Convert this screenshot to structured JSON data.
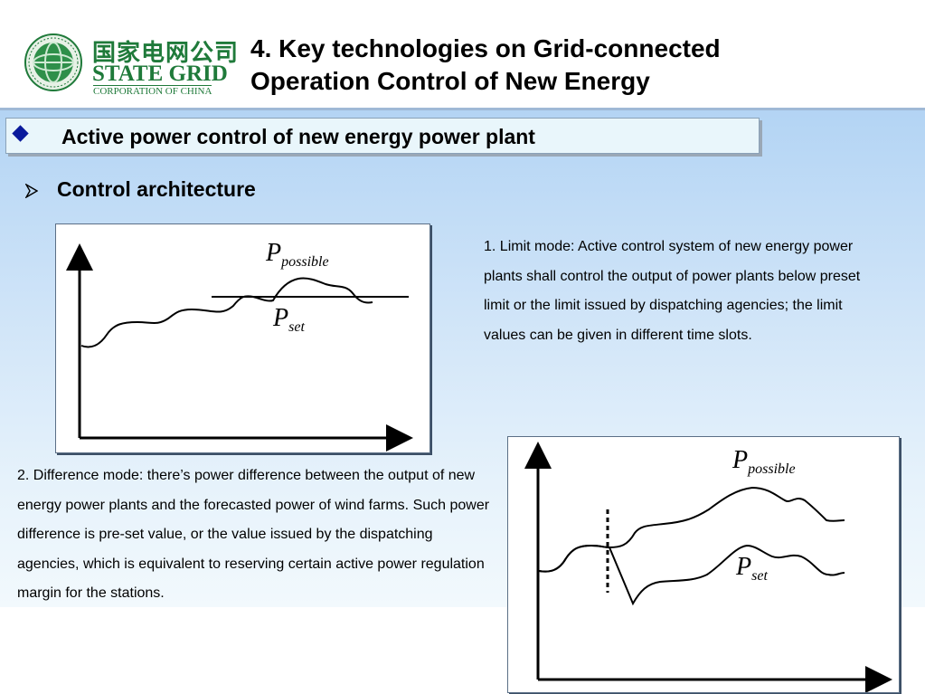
{
  "header": {
    "logo": {
      "cn_text": "国家电网公司",
      "en_text": "STATE GRID",
      "sub_text": "CORPORATION OF CHINA"
    },
    "title_line1": "4. Key technologies on Grid-connected",
    "title_line2": "Operation Control of New Energy"
  },
  "banner": {
    "icon": "diamond-bullet-icon",
    "text": "Active power control of new energy power plant"
  },
  "subheading": {
    "icon": "arrow-bullet-icon",
    "text": "Control architecture"
  },
  "charts": {
    "limit_mode": {
      "label_possible_main": "P",
      "label_possible_sub": "possible",
      "label_set_main": "P",
      "label_set_sub": "set"
    },
    "difference_mode": {
      "label_possible_main": "P",
      "label_possible_sub": "possible",
      "label_set_main": "P",
      "label_set_sub": "set"
    }
  },
  "paragraphs": {
    "limit_mode": "1. Limit mode: Active control system of new energy power plants shall control the output of power plants below preset limit or the limit issued by dispatching agencies; the limit values can be given in different time slots.",
    "difference_mode": "2. Difference mode: there’s power difference between the output of new energy power plants and the forecasted power of wind farms. Such power difference is pre-set value, or the value issued by the dispatching agencies, which is equivalent to reserving certain active power regulation margin for the stations."
  },
  "colors": {
    "logo_green": "#1f7a3a",
    "bullet_blue": "#0a1a9c",
    "banner_bg": "#e9f6fb",
    "gradient_top": "#b3d4f4"
  }
}
